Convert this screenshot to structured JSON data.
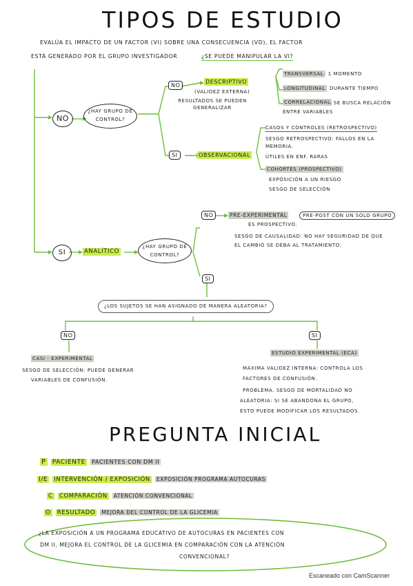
{
  "title": "Tipos de estudio",
  "intro_line1": "Evalúa el impacto de un factor (VI) sobre una consecuencia (VD), el factor",
  "intro_line2_a": "está generado por el grupo investigador",
  "intro_line2_b": "¿se puede manipular la VI?",
  "no_main": "NO",
  "q_grupo_control_a": "¿Hay grupo de control?",
  "no_desc": "NO",
  "descriptivo": "Descriptivo",
  "validez_externa": "(validez externa)",
  "resultados_generalizar": "resultados se pueden generalizar",
  "transversal": "Transversal",
  "transversal_desc": ": 1 momento",
  "longitudinal": "Longitudinal",
  "longitudinal_desc": "durante tiempo",
  "correlacional": "Correlacional",
  "correlacional_desc": ": se busca relación entre variables",
  "si_obs": "SI",
  "observacional": "Observacional",
  "casos_controles": "Casos y controles (retrospectivo)",
  "sesgo_retro": "sesgo retrospectivo: fallos en la memoria.",
  "utiles_enf": "útiles en enf. raras",
  "cohortes": "Cohortes (prospectivo)",
  "exposicion_riesgo": "exposición a un riesgo",
  "sesgo_seleccion_1": "sesgo de selección",
  "si_main": "SI",
  "analitico": "Analítico",
  "q_grupo_control_b": "¿Hay grupo de control?",
  "no_pre": "NO",
  "pre_experimental": "Pre-experimental",
  "pre_post": "pre-post con un solo grupo",
  "es_prospectivo": "es prospectivo.",
  "sesgo_causalidad": "Sesgo de causalidad: no hay seguridad de que",
  "cambio_tratamiento": "el cambio se deba al tratamiento.",
  "si_aleat": "SI",
  "q_aleatoria": "¿Los sujetos se han asignado de manera aleatoria?",
  "no_cuasi": "NO",
  "si_exp": "SI",
  "cuasi_experimental": "Casi - experimental",
  "sesgo_seleccion_2a": "sesgo de selección: puede generar",
  "sesgo_seleccion_2b": "variables de confusión.",
  "estudio_experimental": "Estudio experimental (ECA)",
  "maxima_validez_a": "Máxima validez interna: controla los",
  "maxima_validez_b": "factores de confusión.",
  "problema_a": "Problema. Sesgo de mortalidad no",
  "problema_b": "aleatoria: si se abandona el grupo,",
  "problema_c": "esto puede modificar los resultados.",
  "pregunta_title": "Pregunta inicial",
  "pico": [
    {
      "letter": "P",
      "label": "Paciente",
      "value": "Pacientes con DM II"
    },
    {
      "letter": "I/E",
      "label": "Intervención / Exposición",
      "value": "Exposición programa autocuras"
    },
    {
      "letter": "C",
      "label": "Comparación",
      "value": "Atención convencional"
    },
    {
      "letter": "O",
      "label": "Resultado",
      "value": "Mejora del control de la glicemia"
    }
  ],
  "pregunta_a": "¿La exposición a un programa educativo de autocuras en pacientes con",
  "pregunta_b": "DM II, mejora el control de la glicemia en comparación con la atención",
  "pregunta_c": "convencional?",
  "scanner": "Escaneado con CamScanner",
  "colors": {
    "lime": "#c9ec4a",
    "green_line": "#6cbe3a",
    "gray_hl": "#cfcfc9"
  }
}
